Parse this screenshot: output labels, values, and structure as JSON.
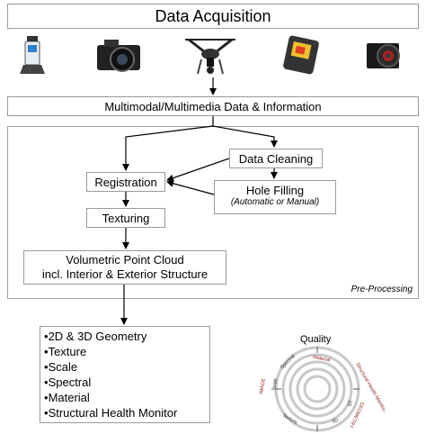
{
  "header": {
    "title": "Data Acquisition"
  },
  "devices": [
    {
      "name": "laser-scanner-icon"
    },
    {
      "name": "camera-icon"
    },
    {
      "name": "drone-icon"
    },
    {
      "name": "thermal-camera-icon"
    },
    {
      "name": "industrial-camera-icon"
    }
  ],
  "flow": {
    "multimodal": "Multimodal/Multimedia Data & Information",
    "data_cleaning": "Data Cleaning",
    "registration": "Registration",
    "hole_filling": "Hole Filling",
    "hole_filling_sub": "(Automatic or Manual)",
    "texturing": "Texturing",
    "point_cloud_line1": "Volumetric Point Cloud",
    "point_cloud_line2": "incl. Interior & Exterior Structure",
    "preprocessing_label": "Pre-Processing"
  },
  "output_list": [
    "2D & 3D Geometry",
    "Texture",
    "Scale",
    "Spectral",
    "Material",
    "Structural Health Monitor"
  ],
  "quality": {
    "title": "Quality",
    "labels": [
      "Material",
      "Structural Health Monitoring",
      "2D",
      "GEOMETRY",
      "3D",
      "Texture",
      "Scale",
      "Spectral",
      "IMAGE"
    ]
  }
}
